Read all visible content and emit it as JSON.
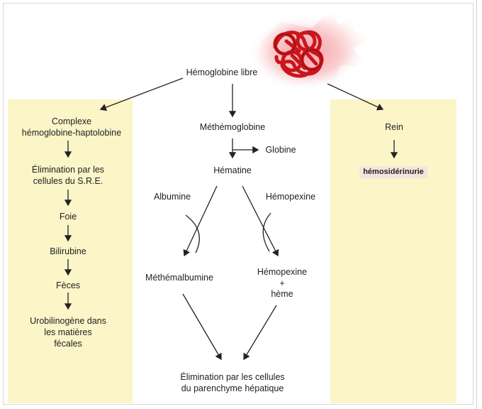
{
  "diagram": {
    "top": {
      "hemoglobine_libre": "Hémoglobine libre"
    },
    "left": {
      "complexe_line1": "Complexe",
      "complexe_line2": "hémoglobine-haptolobine",
      "elimination_line1": "Élimination par les",
      "elimination_line2": "cellules du S.R.E.",
      "foie": "Foie",
      "bilirubine": "Bilirubine",
      "feces": "Fèces",
      "urobilinogene_line1": "Urobilinogène dans",
      "urobilinogene_line2": "les matières",
      "urobilinogene_line3": "fécales"
    },
    "center": {
      "methemoglobine": "Méthémoglobine",
      "globine": "Globine",
      "hematine": "Hématine",
      "albumine": "Albumine",
      "hemopexine": "Hémopexine",
      "methemalbumine": "Méthémalbumine",
      "hemopexine_heme_line1": "Hémopexine",
      "hemopexine_heme_line2": "+",
      "hemopexine_heme_line3": "hème",
      "elimination_line1": "Élimination par les cellules",
      "elimination_line2": "du parenchyme hépatique"
    },
    "right": {
      "rein": "Rein",
      "hemosiderinurie": "hémosidérinurie"
    },
    "colors": {
      "panel": "#fbf5c8",
      "protein": "#c8161c",
      "glow": "#f7a3a8",
      "highlight": "#f6e4dc"
    }
  }
}
